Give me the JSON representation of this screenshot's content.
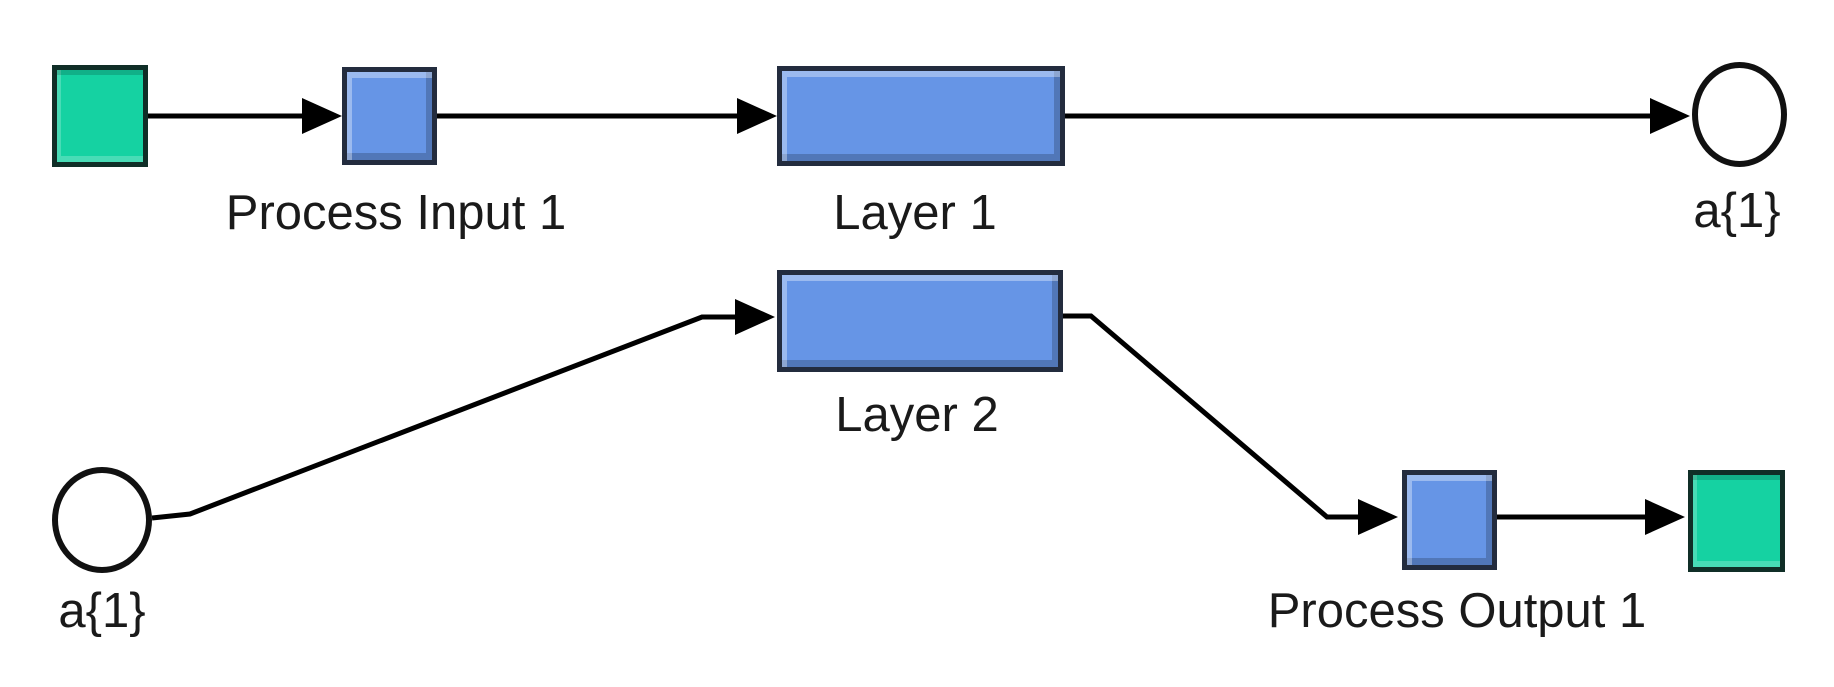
{
  "diagram": {
    "title": "neural-network-block-diagram",
    "background": "#ffffff",
    "colors": {
      "background": "#ffffff",
      "block_fill_blue": "#6695e6",
      "block_border_blue": "#232c3e",
      "terminal_fill_green": "#15d2a2",
      "terminal_border_green": "#102e27",
      "port_fill": "#ffffff",
      "port_border": "#111111",
      "connector": "#000000",
      "label_text": "#1a1a1a"
    },
    "labels": {
      "process_input": "Process Input 1",
      "layer1": "Layer 1",
      "a1_top": "a{1}",
      "a1_bottom": "a{1}",
      "layer2": "Layer 2",
      "process_output": "Process Output 1"
    },
    "nodes": [
      {
        "id": "input-terminal",
        "kind": "input-terminal",
        "shape": "square",
        "color": "green",
        "label": ""
      },
      {
        "id": "process-input-1",
        "kind": "process-block",
        "shape": "square",
        "color": "blue",
        "label": "Process Input 1"
      },
      {
        "id": "layer-1",
        "kind": "layer-block",
        "shape": "rectangle",
        "color": "blue",
        "label": "Layer 1"
      },
      {
        "id": "a1-output-port",
        "kind": "signal-port",
        "shape": "circle",
        "color": "white",
        "label": "a{1}"
      },
      {
        "id": "a1-input-port",
        "kind": "signal-port",
        "shape": "circle",
        "color": "white",
        "label": "a{1}"
      },
      {
        "id": "layer-2",
        "kind": "layer-block",
        "shape": "rectangle",
        "color": "blue",
        "label": "Layer 2"
      },
      {
        "id": "process-output-1",
        "kind": "process-block",
        "shape": "square",
        "color": "blue",
        "label": "Process Output 1"
      },
      {
        "id": "output-terminal",
        "kind": "output-terminal",
        "shape": "square",
        "color": "green",
        "label": ""
      }
    ],
    "connections": [
      {
        "from": "input-terminal",
        "to": "process-input-1"
      },
      {
        "from": "process-input-1",
        "to": "layer-1"
      },
      {
        "from": "layer-1",
        "to": "a1-output-port"
      },
      {
        "from": "a1-input-port",
        "to": "layer-2"
      },
      {
        "from": "layer-2",
        "to": "process-output-1"
      },
      {
        "from": "process-output-1",
        "to": "output-terminal"
      }
    ]
  }
}
